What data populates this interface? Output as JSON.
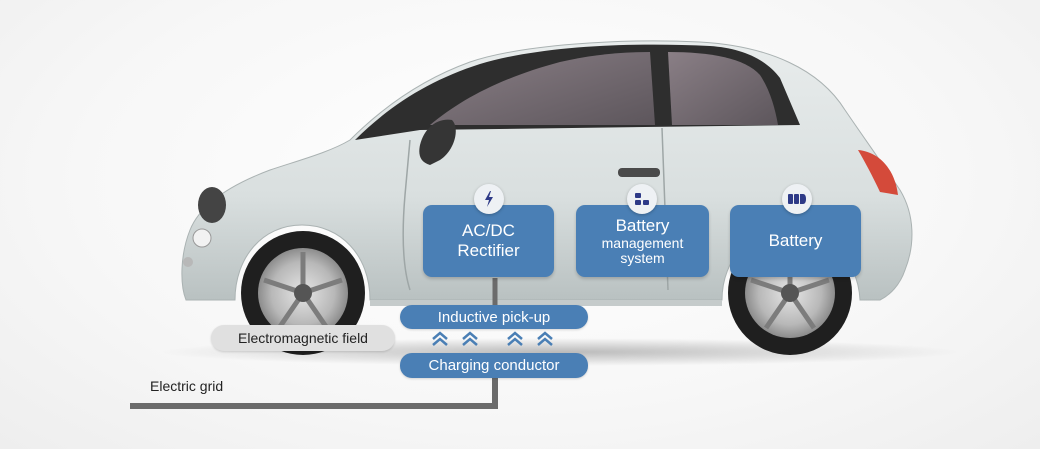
{
  "labels": {
    "rectifier_line1": "AC/DC",
    "rectifier_line2": "Rectifier",
    "bms_line1": "Battery",
    "bms_line2": "management",
    "bms_line3": "system",
    "battery": "Battery",
    "inductive_pickup": "Inductive pick-up",
    "charging_conductor": "Charging conductor",
    "electromagnetic_field": "Electromagnetic field",
    "electric_grid": "Electric grid"
  },
  "icons": {
    "rectifier": "lightning-bolt-icon",
    "bms": "battery-cells-icon",
    "battery": "battery-icon",
    "field_arrows": "double-chevron-up-icon"
  },
  "colors": {
    "box_blue": "#4a7fb5",
    "icon_navy": "#2e3a87",
    "grid_line": "#6b6b6b",
    "car_body": "#dde2e2"
  }
}
